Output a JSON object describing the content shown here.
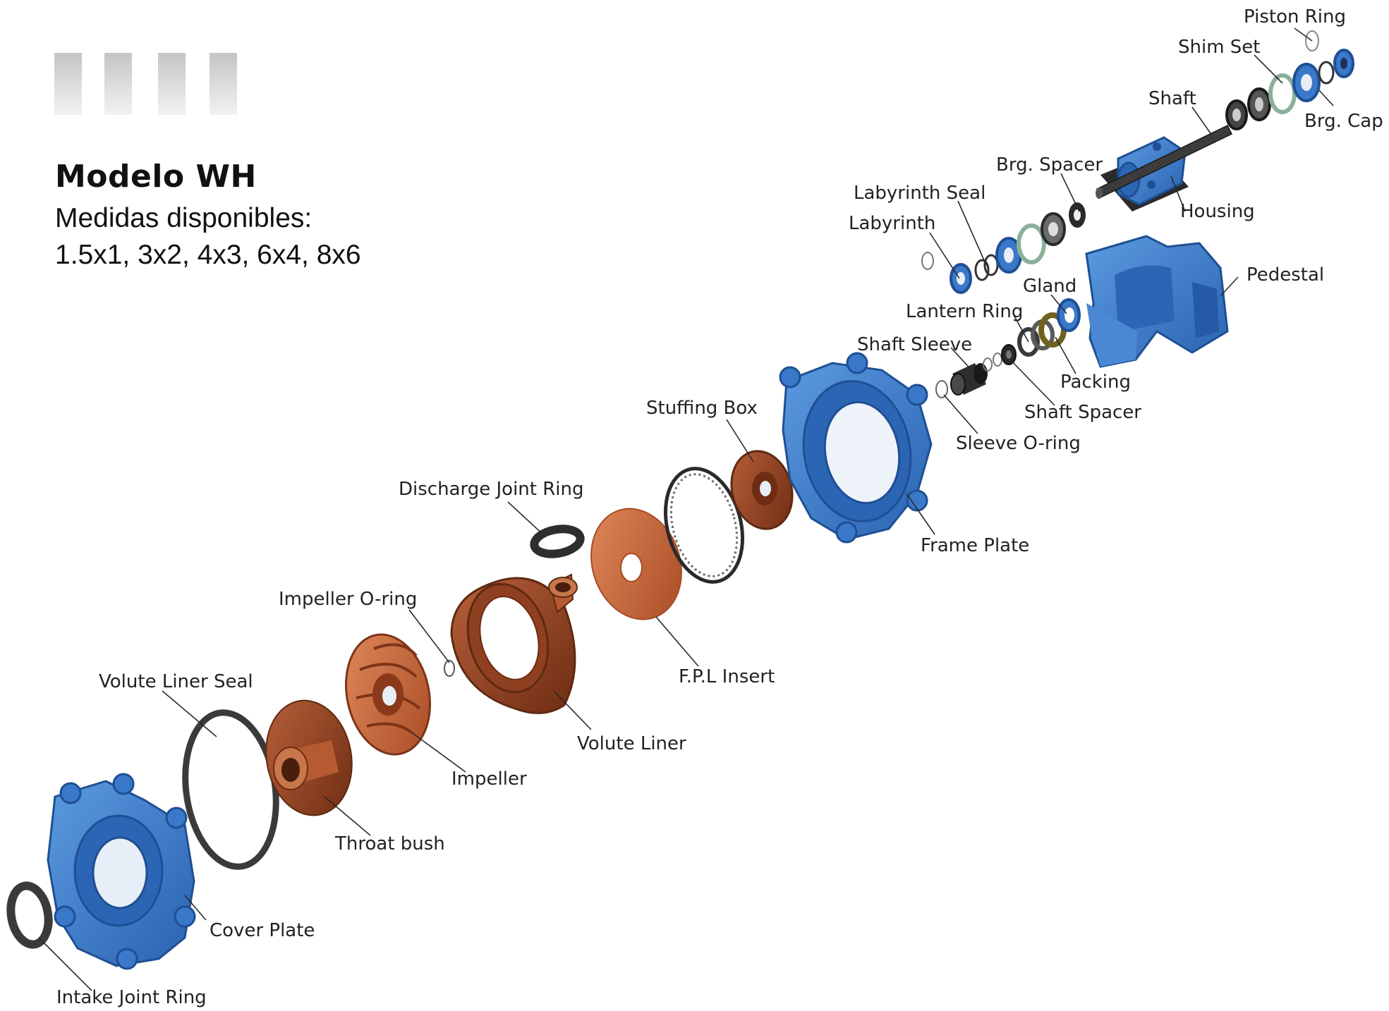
{
  "header": {
    "title": "Modelo WH",
    "sizes_label": "Medidas disponibles:",
    "sizes_values": "1.5x1, 3x2, 4x3, 6x4, 8x6"
  },
  "colors": {
    "blue_part": "#3a78c9",
    "blue_dark": "#1f4f94",
    "copper_part": "#c5643a",
    "copper_dark": "#7d3418",
    "dark_part": "#2e2e2e",
    "seal_green": "#8ab09a"
  },
  "labels": {
    "piston_ring": "Piston Ring",
    "shim_set": "Shim Set",
    "brg_cap": "Brg. Cap",
    "shaft": "Shaft",
    "brg_spacer": "Brg. Spacer",
    "housing": "Housing",
    "labyrinth_seal": "Labyrinth Seal",
    "labyrinth": "Labyrinth",
    "pedestal": "Pedestal",
    "gland": "Gland",
    "lantern_ring": "Lantern Ring",
    "shaft_sleeve": "Shaft Sleeve",
    "packing": "Packing",
    "shaft_spacer": "Shaft Spacer",
    "sleeve_o_ring": "Sleeve O-ring",
    "stuffing_box": "Stuffing Box",
    "frame_plate": "Frame Plate",
    "discharge_joint_ring": "Discharge Joint Ring",
    "impeller_o_ring": "Impeller O-ring",
    "fpl_insert": "F.P.L Insert",
    "volute_liner_seal": "Volute Liner Seal",
    "volute_liner": "Volute Liner",
    "impeller": "Impeller",
    "throat_bush": "Throat bush",
    "cover_plate": "Cover Plate",
    "intake_joint_ring": "Intake Joint Ring"
  }
}
